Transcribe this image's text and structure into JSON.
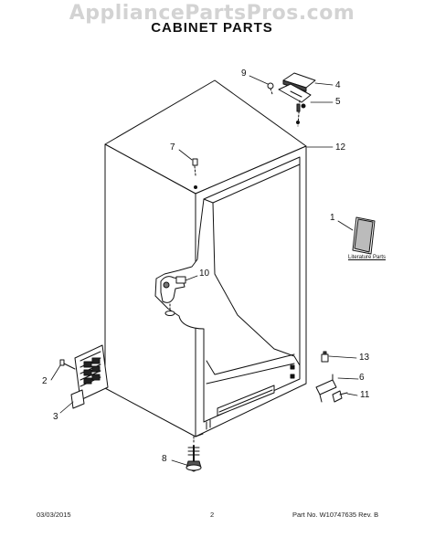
{
  "watermark": "AppliancePartsPros.com",
  "title": "CABINET PARTS",
  "callouts": {
    "c1": "1",
    "c2": "2",
    "c3": "3",
    "c4": "4",
    "c5": "5",
    "c6": "6",
    "c7": "7",
    "c8": "8",
    "c9": "9",
    "c10": "10",
    "c11": "11",
    "c12": "12",
    "c13": "13"
  },
  "literature_label": "Literature Parts",
  "footer": {
    "date": "03/03/2015",
    "page": "2",
    "part_no": "Part No. W10747635  Rev. B"
  }
}
